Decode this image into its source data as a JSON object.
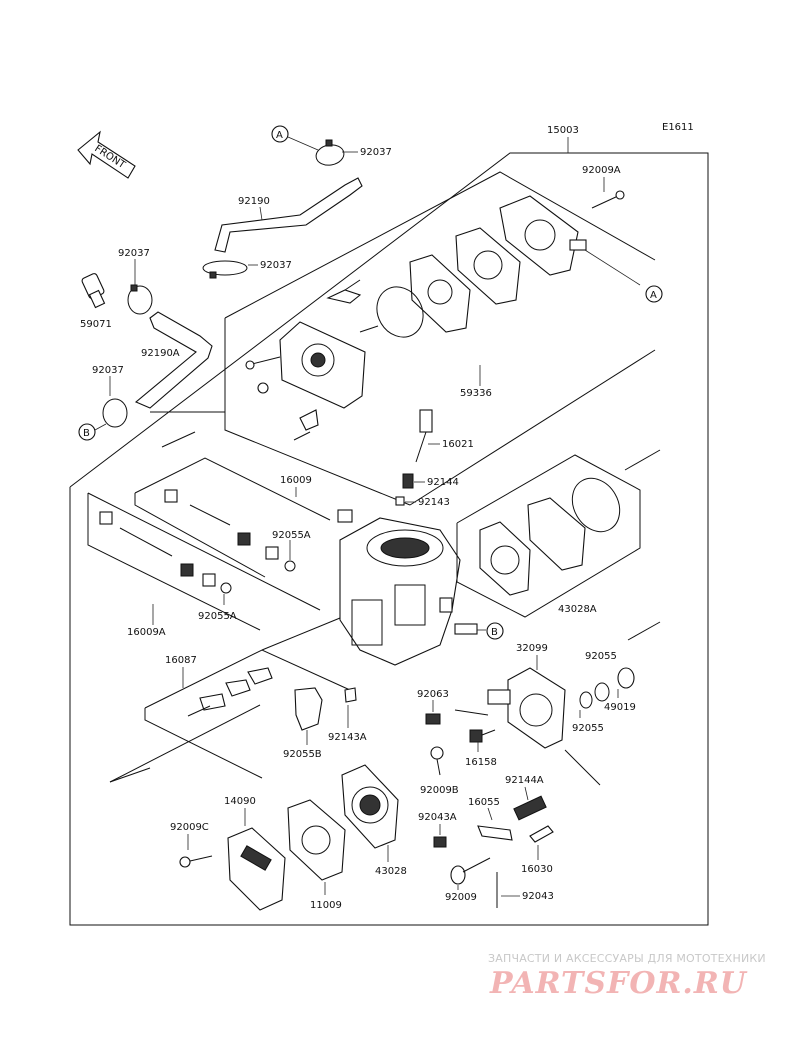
{
  "diagram_code": "E1611",
  "front_label": "FRONT",
  "callouts": {
    "a": "A",
    "b": "B"
  },
  "parts": {
    "p15003": "15003",
    "p92009A": "92009A",
    "p92037_a": "92037",
    "p92190": "92190",
    "p92037_b": "92037",
    "p92037_c": "92037",
    "p59071": "59071",
    "p92190A": "92190A",
    "p92037_d": "92037",
    "p59336": "59336",
    "p16021": "16021",
    "p92144": "92144",
    "p92143": "92143",
    "p16009": "16009",
    "p92055A_a": "92055A",
    "p16009A": "16009A",
    "p92055A_b": "92055A",
    "p43028A": "43028A",
    "p32099": "32099",
    "p92055_a": "92055",
    "p49019": "49019",
    "p92055_b": "92055",
    "p16087": "16087",
    "p92063": "92063",
    "p16158": "16158",
    "p92143A": "92143A",
    "p92055B": "92055B",
    "p92009B": "92009B",
    "p92144A": "92144A",
    "p16055": "16055",
    "p14090": "14090",
    "p92043A": "92043A",
    "p92009C": "92009C",
    "p43028": "43028",
    "p16030": "16030",
    "p11009": "11009",
    "p92009": "92009",
    "p92043": "92043"
  },
  "watermark": {
    "tagline": "ЗАПЧАСТИ И АКСЕССУАРЫ ДЛЯ МОТОТЕХНИКИ",
    "logo": "PARTSFOR.RU"
  }
}
